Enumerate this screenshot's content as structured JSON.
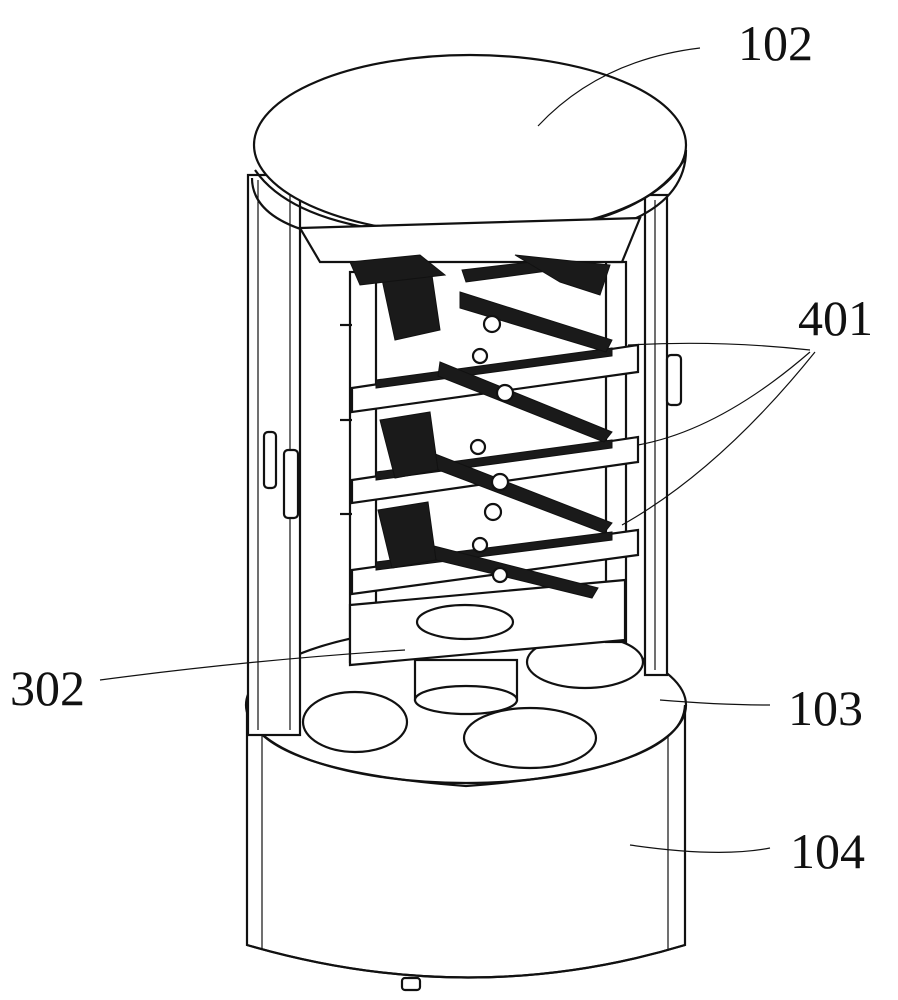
{
  "figure": {
    "callouts": [
      {
        "id": "top-cover",
        "text": "102"
      },
      {
        "id": "support-frame",
        "text": "401"
      },
      {
        "id": "rotary-tray",
        "text": "103"
      },
      {
        "id": "base",
        "text": "104"
      },
      {
        "id": "carrier-plate",
        "text": "302"
      }
    ]
  }
}
